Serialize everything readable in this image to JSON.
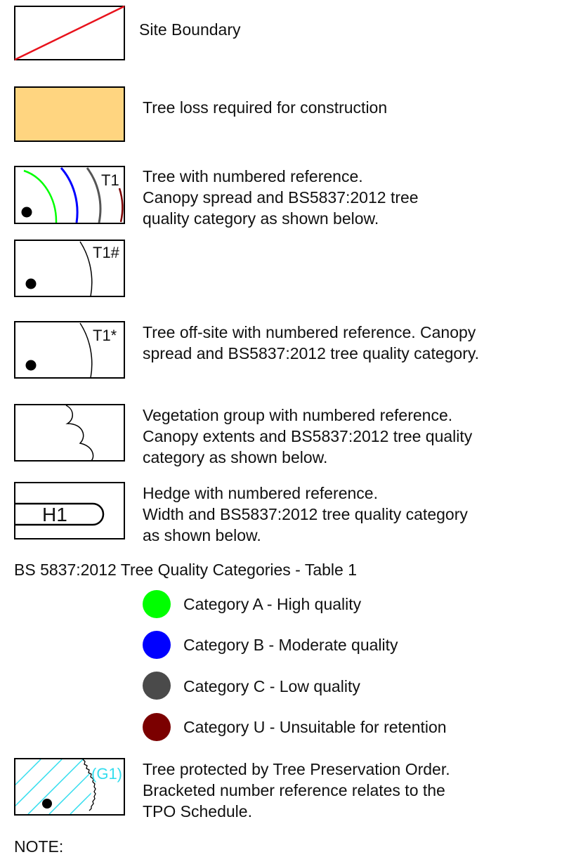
{
  "colors": {
    "cat_a": "#00ff00",
    "cat_b": "#0000ff",
    "cat_c": "#4a4a4a",
    "cat_u": "#7b0000",
    "tree_loss_fill": "#ffd580",
    "boundary_diagonal": "#e8121c",
    "tpo_hatch": "#33ddee"
  },
  "legend": {
    "site_boundary": "Site Boundary",
    "tree_loss": "Tree loss required for construction",
    "tree_ref": {
      "label": "T1",
      "lines": [
        "Tree with numbered reference.",
        "Canopy spread and BS5837:2012 tree",
        "quality category as shown below."
      ]
    },
    "tree_hash": {
      "label": "T1#"
    },
    "tree_offsite": {
      "label": "T1*",
      "lines": [
        "Tree off-site with numbered reference. Canopy",
        "spread and BS5837:2012 tree quality category."
      ]
    },
    "vegetation": {
      "lines": [
        "Vegetation group with numbered reference.",
        "Canopy extents and BS5837:2012 tree quality",
        "category as shown below."
      ]
    },
    "hedge": {
      "label": "H1",
      "lines": [
        "Hedge with numbered reference.",
        "Width and BS5837:2012 tree quality category",
        "as shown below."
      ]
    },
    "tpo": {
      "label": "(G1)",
      "lines": [
        "Tree protected by Tree Preservation Order.",
        "Bracketed number reference relates to the",
        "TPO Schedule."
      ]
    }
  },
  "categories_heading": "BS 5837:2012 Tree Quality Categories - Table 1",
  "categories": [
    {
      "name": "Category A - High quality",
      "color_key": "cat_a"
    },
    {
      "name": "Category B - Moderate quality",
      "color_key": "cat_b"
    },
    {
      "name": "Category C - Low quality",
      "color_key": "cat_c"
    },
    {
      "name": "Category U - Unsuitable for retention",
      "color_key": "cat_u"
    }
  ],
  "note": "NOTE:"
}
